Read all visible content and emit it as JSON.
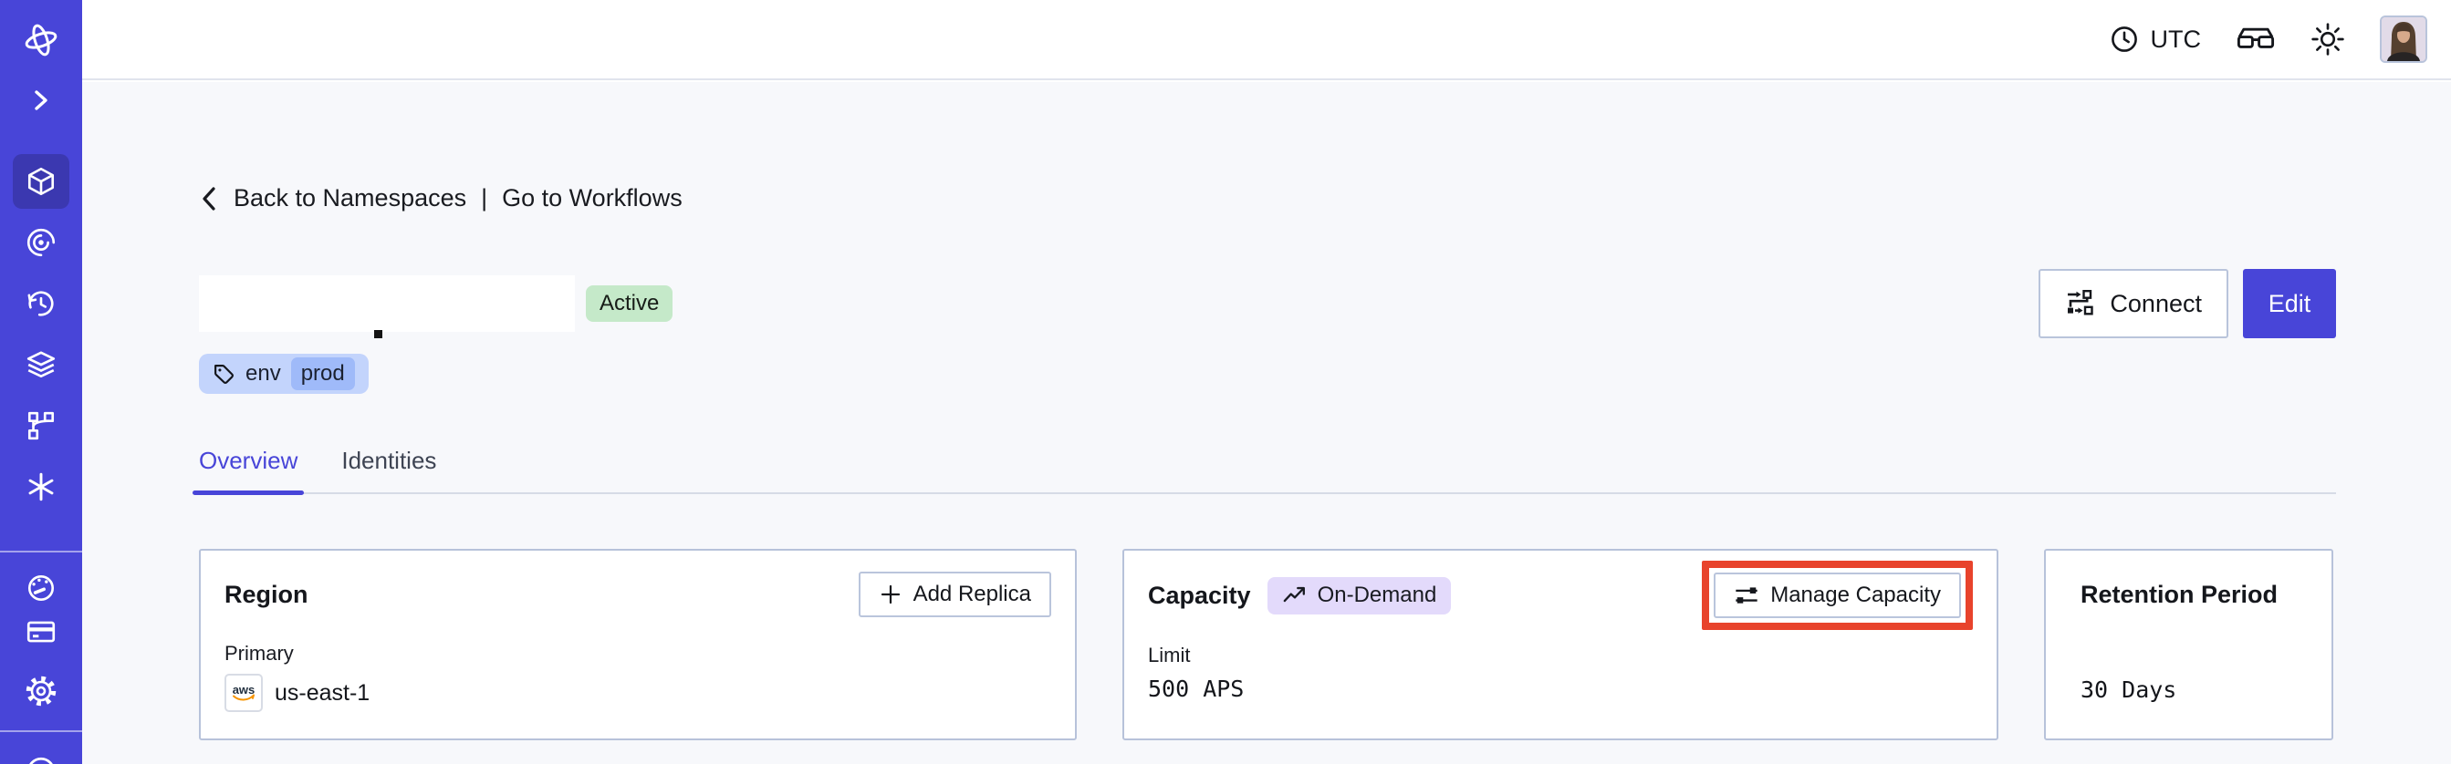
{
  "colors": {
    "accent_indigo": "#4845d8",
    "sidebar_active_bg": "#3b38b0",
    "page_bg": "#f7f8fb",
    "card_border": "#b7c2da",
    "status_active_bg": "#c5e9c9",
    "tag_bg": "#c3d4fc",
    "tag_value_bg": "#9fbaf9",
    "ondemand_badge_bg": "#e3dafb",
    "highlight_red": "#e8432c"
  },
  "topbar": {
    "timezone": "UTC"
  },
  "sidebar_icons": [
    "temporal-logo",
    "chevron-right",
    "namespaces-cube",
    "workflows-spiral",
    "schedules-clock",
    "deployments-layers",
    "batch-branch",
    "nexus-asterisk",
    "usage-gauge",
    "billing-card",
    "settings-gear",
    "profile"
  ],
  "topbar_icons": [
    "clock",
    "glasses",
    "sun",
    "avatar"
  ],
  "breadcrumb": {
    "back_label": "Back to Namespaces",
    "separator": "|",
    "forward_label": "Go to Workflows"
  },
  "namespace": {
    "status": "Active",
    "tag_key": "env",
    "tag_value": "prod"
  },
  "actions": {
    "connect": "Connect",
    "edit": "Edit"
  },
  "tabs": {
    "items": [
      {
        "label": "Overview",
        "active": true
      },
      {
        "label": "Identities",
        "active": false
      }
    ]
  },
  "cards": {
    "region": {
      "title": "Region",
      "add_replica": "Add Replica",
      "label": "Primary",
      "provider": "aws",
      "value": "us-east-1"
    },
    "capacity": {
      "title": "Capacity",
      "badge": "On-Demand",
      "manage": "Manage Capacity",
      "label": "Limit",
      "value": "500 APS"
    },
    "retention": {
      "title": "Retention Period",
      "value": "30 Days"
    }
  }
}
